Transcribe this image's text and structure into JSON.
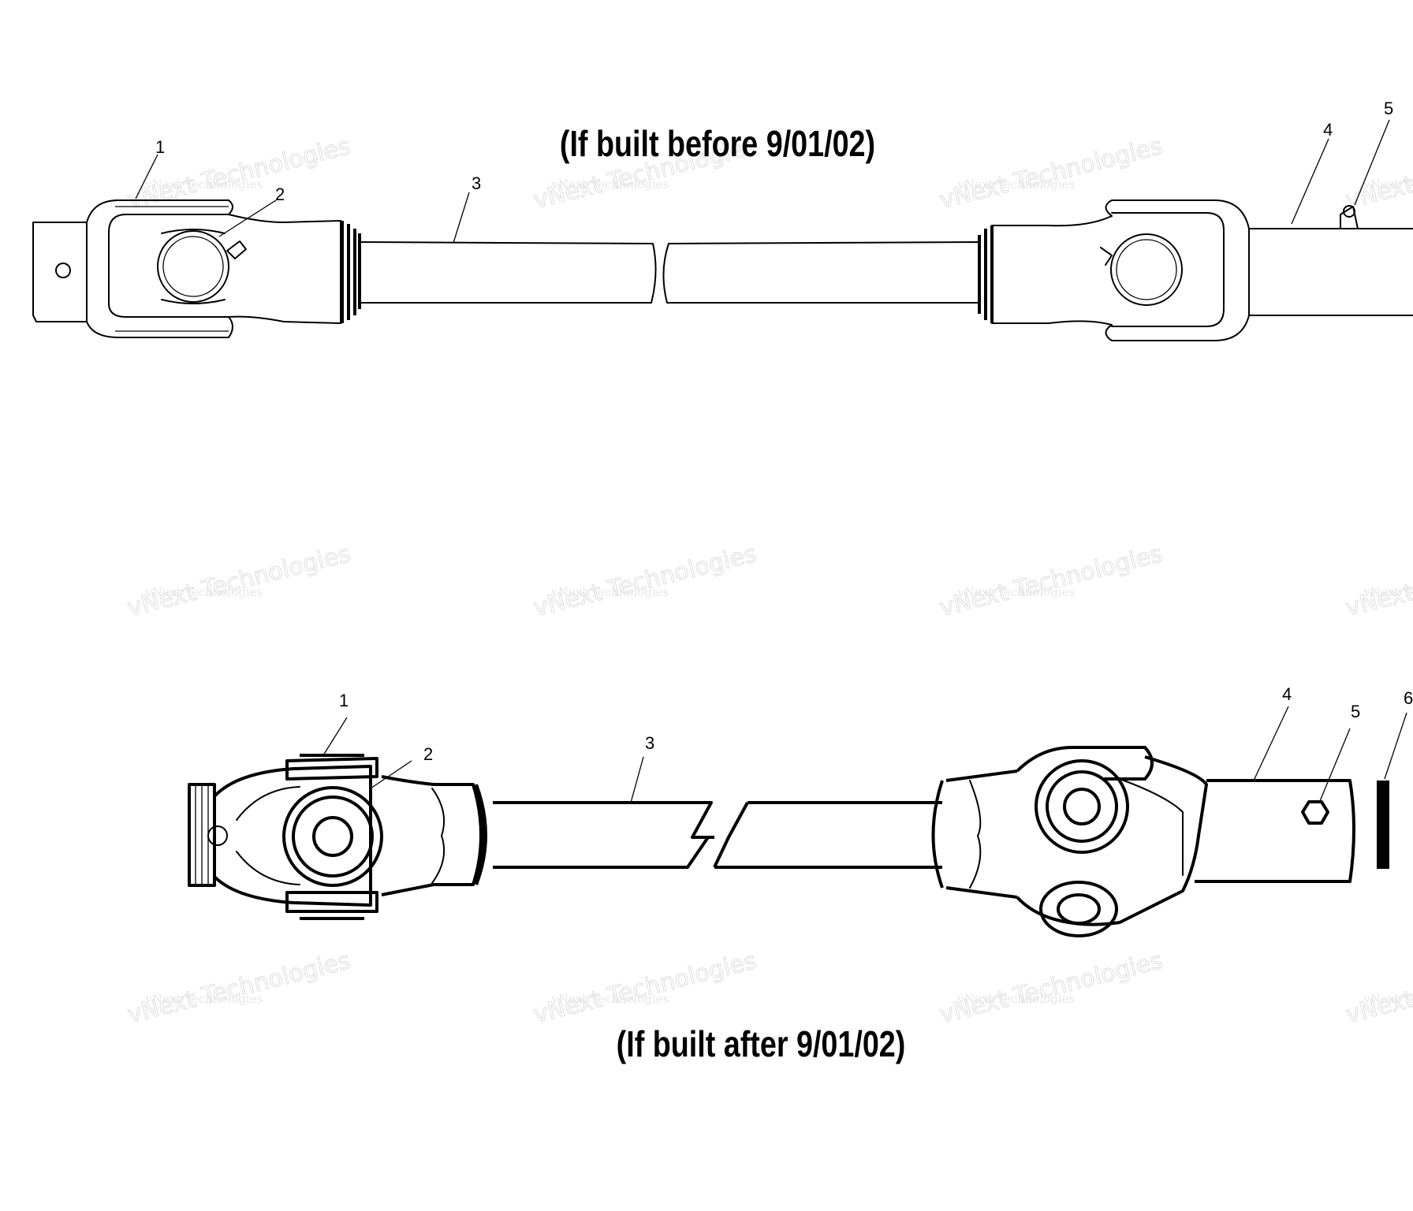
{
  "diagram": {
    "top_title": "(If built before 9/01/02)",
    "bottom_title": "(If built after 9/01/02)",
    "top_callouts": [
      "1",
      "2",
      "3",
      "4",
      "5"
    ],
    "bottom_callouts": [
      "1",
      "2",
      "3",
      "4",
      "5",
      "6"
    ],
    "watermark": {
      "small": "vNext Technologies",
      "big": "vNext Technologies"
    }
  }
}
